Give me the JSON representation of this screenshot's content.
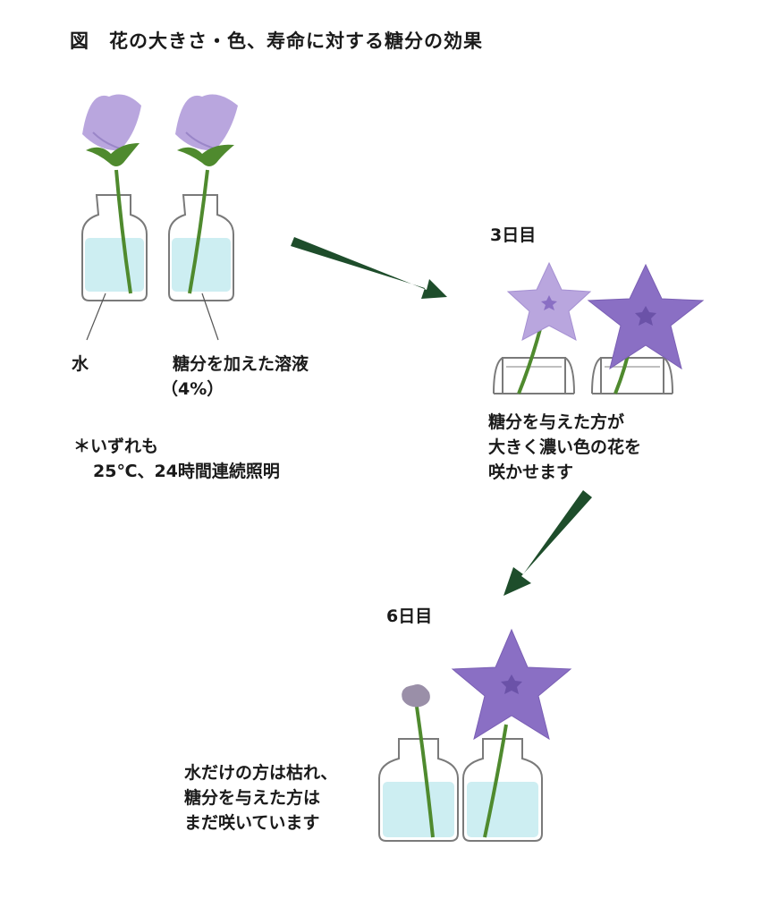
{
  "title": {
    "figure_label": "図",
    "text": "花の大きさ・色、寿命に対する糖分の効果"
  },
  "stage1": {
    "label_water": "水",
    "label_sugar": "糖分を加えた溶液",
    "label_sugar_conc": "（4%）",
    "note_line1": "＊いずれも",
    "note_line2": "25℃、24時間連続照明"
  },
  "stage2": {
    "day_label": "3日目",
    "caption_line1": "糖分を与えた方が",
    "caption_line2": "大きく濃い色の花を",
    "caption_line3": "咲かせます"
  },
  "stage3": {
    "day_label": "6日目",
    "caption_line1": "水だけの方は枯れ、",
    "caption_line2": "糖分を与えた方は",
    "caption_line3": "まだ咲いています"
  },
  "colors": {
    "arrow": "#1e4d2b",
    "stem": "#4f8a2e",
    "water": "#cdeef2",
    "flower_light": "#b9a6de",
    "flower_dark": "#8a6fc4",
    "flower_wilted": "#9a8fa8"
  }
}
